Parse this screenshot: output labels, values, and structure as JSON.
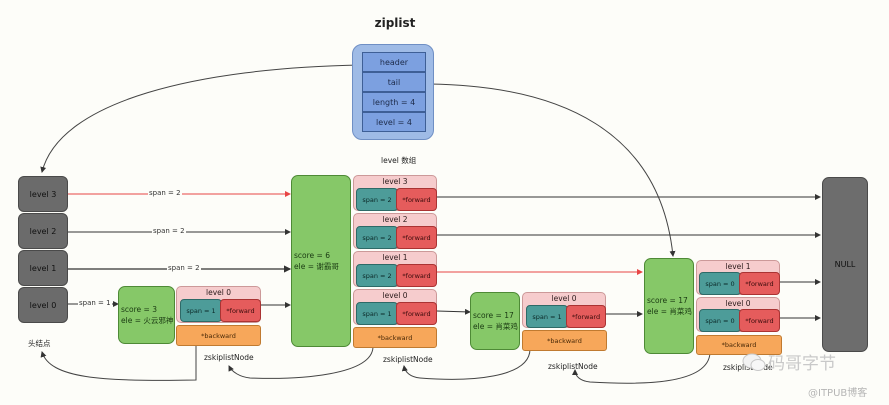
{
  "diagram": {
    "title": "ziplist",
    "ziplist_fields": [
      "header",
      "tail",
      "length = 4",
      "level = 4"
    ],
    "level_array_caption": "level 数组",
    "head_node": {
      "levels": [
        "level 3",
        "level 2",
        "level 1",
        "level 0"
      ],
      "caption": "头结点"
    },
    "head_spans": [
      "span = 2",
      "span = 2",
      "span = 2",
      "span = 1"
    ],
    "null_label": "NULL",
    "nodes": [
      {
        "score": "score = 3",
        "ele": "ele = 火云邪神",
        "levels": [
          {
            "label": "level 0",
            "span": "span = 1",
            "forward": "*forward"
          }
        ],
        "backward": "*backward",
        "caption": "zskiplistNode"
      },
      {
        "score": "score = 6",
        "ele": "ele = 谢霸哥",
        "levels": [
          {
            "label": "level 3",
            "span": "span = 2",
            "forward": "*forward"
          },
          {
            "label": "level 2",
            "span": "span = 2",
            "forward": "*forward"
          },
          {
            "label": "level 1",
            "span": "span = 2",
            "forward": "*forward"
          },
          {
            "label": "level 0",
            "span": "span = 1",
            "forward": "*forward"
          }
        ],
        "backward": "*backward",
        "caption": "zskiplistNode"
      },
      {
        "score": "score = 17",
        "ele": "ele = 肖菜鸡",
        "levels": [
          {
            "label": "level 0",
            "span": "span = 1",
            "forward": "*forward"
          }
        ],
        "backward": "*backward",
        "caption": "zskiplistNode"
      },
      {
        "score": "score = 17",
        "ele": "ele = 肖菜鸡",
        "levels": [
          {
            "label": "level 1",
            "span": "span = 0",
            "forward": "*forward"
          },
          {
            "label": "level 0",
            "span": "span = 0",
            "forward": "*forward"
          }
        ],
        "backward": "*backward",
        "caption": "zskiplistNode"
      }
    ],
    "colors": {
      "ziplist": "#7ca0e0",
      "head": "#6b6b6b",
      "object": "#86c868",
      "level": "#f6cccd",
      "span": "#4d9c99",
      "forward": "#e55c5c",
      "backward": "#f7a75a",
      "highlight_link": "#e84545"
    }
  },
  "watermark": {
    "brand": "码哥字节",
    "source": "@ITPUB博客"
  }
}
